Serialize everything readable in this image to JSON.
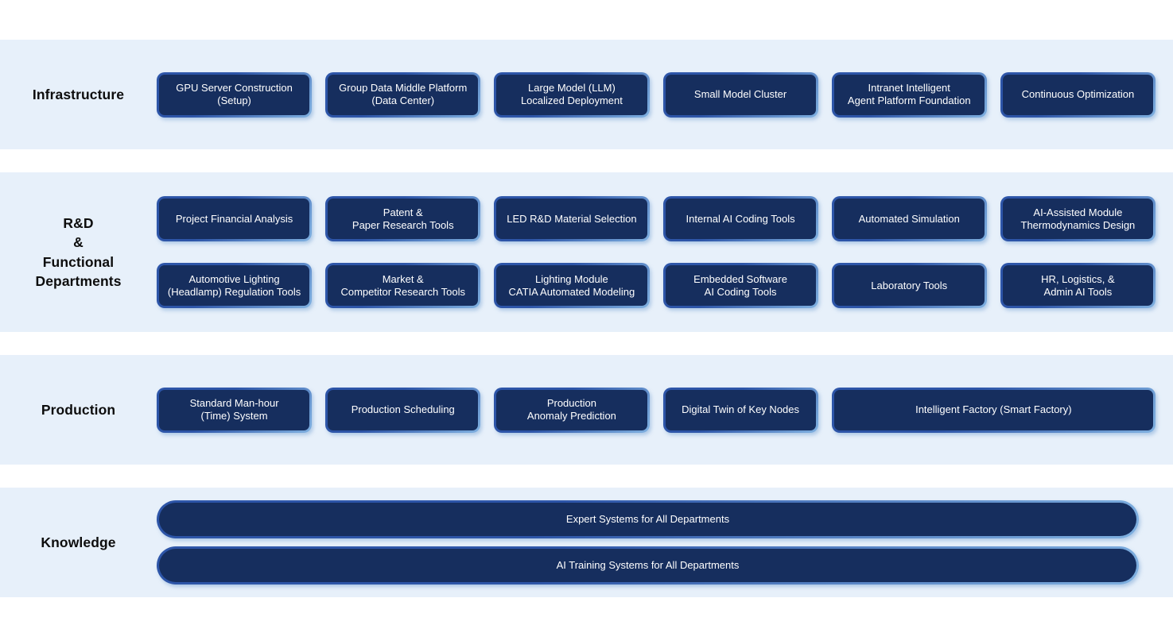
{
  "palette": {
    "page_bg": "#ffffff",
    "band_bg": "#e7f0fa",
    "box_fill": "#162e5e",
    "border_dark": "#2d55a8",
    "border_light": "#7fb0e0",
    "box_text": "#ffffff",
    "label_color": "#0d0d0d"
  },
  "sections": [
    {
      "id": "infrastructure",
      "label": "Infrastructure",
      "rows": [
        {
          "boxes": [
            {
              "label": "GPU Server Construction\n(Setup)"
            },
            {
              "label": "Group Data Middle Platform\n(Data Center)"
            },
            {
              "label": "Large Model (LLM)\nLocalized Deployment"
            },
            {
              "label": "Small Model Cluster"
            },
            {
              "label": "Intranet Intelligent\nAgent Platform Foundation"
            },
            {
              "label": "Continuous Optimization"
            }
          ]
        }
      ]
    },
    {
      "id": "rnd",
      "label": "R&D\n&\nFunctional\nDepartments",
      "rows": [
        {
          "boxes": [
            {
              "label": "Project Financial Analysis"
            },
            {
              "label": "Patent &\nPaper Research Tools"
            },
            {
              "label": "LED R&D Material Selection"
            },
            {
              "label": "Internal AI Coding Tools"
            },
            {
              "label": "Automated Simulation"
            },
            {
              "label": "AI-Assisted Module\nThermodynamics Design"
            }
          ]
        },
        {
          "boxes": [
            {
              "label": "Automotive Lighting\n(Headlamp) Regulation Tools"
            },
            {
              "label": "Market &\nCompetitor Research Tools"
            },
            {
              "label": "Lighting Module\nCATIA Automated Modeling"
            },
            {
              "label": "Embedded Software\nAI Coding Tools"
            },
            {
              "label": "Laboratory Tools"
            },
            {
              "label": "HR, Logistics, &\nAdmin AI Tools"
            }
          ]
        }
      ]
    },
    {
      "id": "production",
      "label": "Production",
      "rows": [
        {
          "boxes": [
            {
              "label": "Standard Man-hour\n(Time) System"
            },
            {
              "label": "Production Scheduling"
            },
            {
              "label": "Production\nAnomaly Prediction"
            },
            {
              "label": "Digital Twin of Key Nodes"
            },
            {
              "label": "Intelligent Factory (Smart Factory)",
              "span": 2
            }
          ]
        }
      ]
    },
    {
      "id": "knowledge",
      "label": "Knowledge",
      "bars": [
        {
          "label": "Expert Systems for All Departments"
        },
        {
          "label": "AI Training Systems for All Departments"
        }
      ]
    }
  ]
}
